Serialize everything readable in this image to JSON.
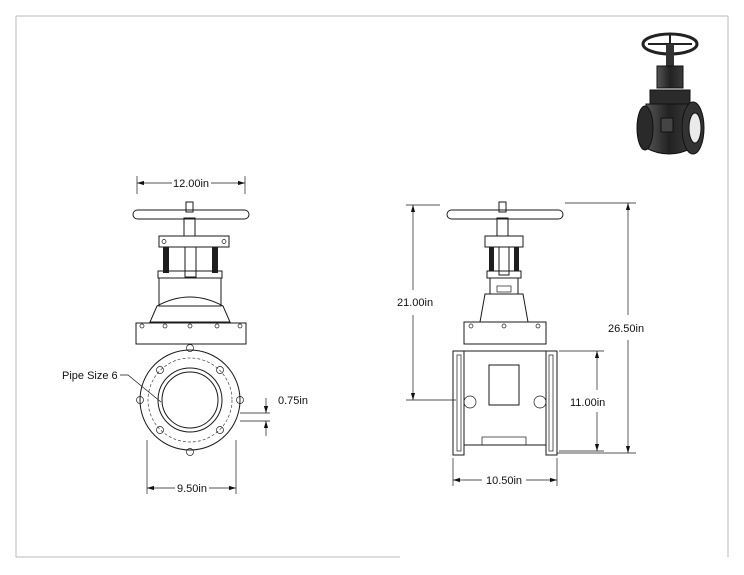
{
  "drawing": {
    "front_view": {
      "width_top": "12.00in",
      "width_bottom": "9.50in",
      "flange_thickness": "0.75in",
      "pipe_label": "Pipe Size 6"
    },
    "side_view": {
      "body_height": "21.00in",
      "total_height": "26.50in",
      "flange_height": "11.00in",
      "length": "10.50in"
    }
  }
}
